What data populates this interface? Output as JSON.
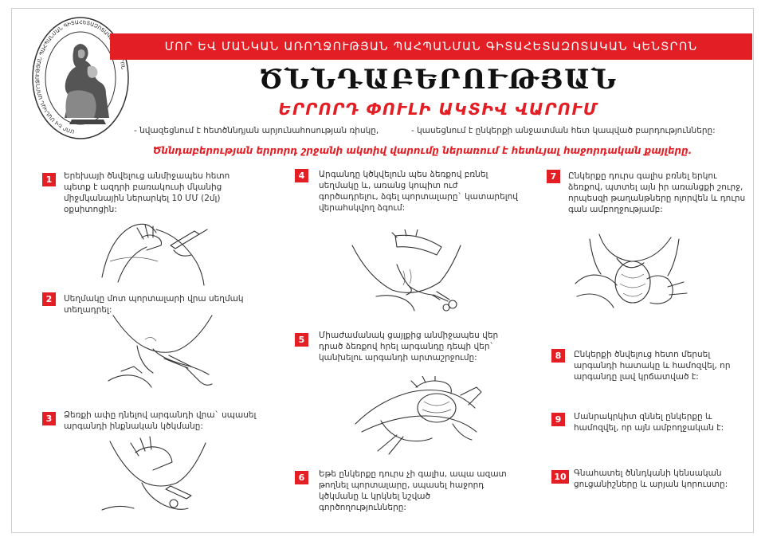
{
  "header": {
    "banner_text": "ՄՈՐ ԵՎ ՄԱՆԿԱՆ ԱՌՈՂՋՈՒԹՅԱՆ ՊԱՀՊԱՆՄԱՆ ԳԻՏԱՀԵՏԱԶՈՏԱԿԱՆ ԿԵՆՏՐՈՆ",
    "banner_color": "#e31e24",
    "logo_ring_text": "ՄՈՐ ԵՎ ՄԱՆԿԱՆ ԱՌՈՂՋՈՒԹՅԱՆ ՊԱՀՊԱՆՄԱՆ ԳԻՏԱՀԵՏԱԶՈՏԱԿԱՆ ԿԵՆՏՐՈՆ"
  },
  "title": {
    "main": "ԾՆՆԴԱԲԵՐՈՒԹՅԱՆ",
    "sub": "ԵՐՐՈՐԴ ՓՈՒԼԻ ԱԿՏԻՎ ՎԱՐՈՒՄ"
  },
  "notes": {
    "left": "- նվազեցնում է հետծննդյան արյունահոսության ռիսկը,",
    "right": "- կասեցնում է ընկերքի անջատման հետ կապված բարդությունները:"
  },
  "intro": "Ծննդաբերության երրորդ շրջանի ակտիվ վարումը ներառում է հետևյալ հաջորդական քայլերը.",
  "steps": [
    {
      "num": "1",
      "text": "Երեխայի ծնվելուց անմիջապես հետո պետք է ազդրի բառակուսի մկանից միջմկանային ներարկել 10 ՄՄ (2մլ) օքսիտոցին:"
    },
    {
      "num": "2",
      "text": "Սեղմակը մոտ պորտալարի վրա սեղմակ տեղադրել:"
    },
    {
      "num": "3",
      "text": "Ձեռքի ափը դնելով արգանդի վրա` սպասել արգանդի ինքնական կծկմանը:"
    },
    {
      "num": "4",
      "text": "Արգանդը կծկվելուն պես ձեռքով բռնել սեղմակը և, առանց կոպիտ ուժ գործադրելու, ձգել պորտալարը` կատարելով վերահսկվող ձգում:"
    },
    {
      "num": "5",
      "text": "Միաժամանակ ցայլքից անմիջապես վեր դրած ձեռքով հրել արգանդը դեպի վեր` կանխելու արգանդի արտաշրջումը:"
    },
    {
      "num": "6",
      "text": "Եթե ընկերքը դուրս չի գալիս, ապա ազատ թողնել պորտալարը, սպասել հաջորդ կծկմանը և կրկնել նշված գործողությունները:"
    },
    {
      "num": "7",
      "text": "Ընկերքը դուրս գալիս բռնել երկու ձեռքով, պտտել այն իր առանցքի շուրջ, որպեսզի թաղանթները ոլորվեն և դուրս գան ամբողջությամբ:"
    },
    {
      "num": "8",
      "text": "Ընկերքի ծնվելուց հետո մերսել արգանդի հատակը և համոզվել, որ արգանդը լավ կրճատված է:"
    },
    {
      "num": "9",
      "text": "Մանրակրկիտ զննել ընկերքը և համոզվել, որ այն ամբողջական է:"
    },
    {
      "num": "10",
      "text": "Գնահատել ծննդկանի կենսական ցուցանիշները և արյան կորուստը:"
    }
  ]
}
